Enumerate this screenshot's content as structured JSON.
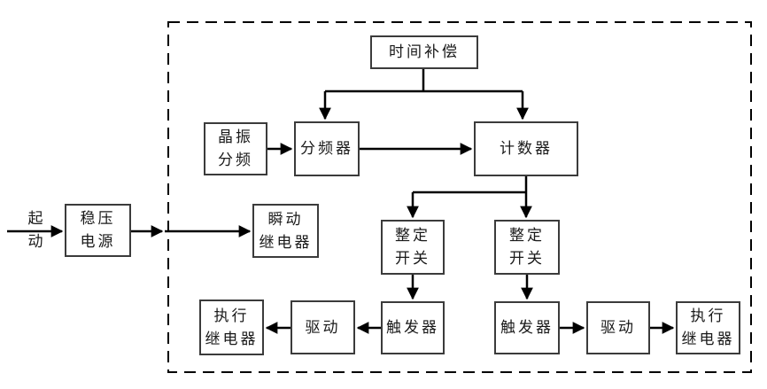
{
  "diagram": {
    "type": "block-diagram",
    "description_visible_text_only": true,
    "colors": {
      "background": "#ffffff",
      "box_border": "#3b3b3b",
      "wire": "#000000",
      "text": "#1a1a1a"
    }
  },
  "nodes": {
    "start_label": "起\n动",
    "power_supply": "稳压\n电源",
    "instant_relay": "瞬动\n继电器",
    "time_compensation": "时间补偿",
    "crystal_divider": "晶振\n分频",
    "frequency_divider": "分频器",
    "counter": "计数器",
    "setting_switch_left": "整定\n开关",
    "setting_switch_right": "整定\n开关",
    "trigger_left": "触发器",
    "trigger_right": "触发器",
    "drive_left": "驱动",
    "drive_right": "驱动",
    "exec_relay_left": "执行\n继电器",
    "exec_relay_right": "执行\n继电器"
  },
  "edges": [
    {
      "from": "start",
      "to": "power_supply",
      "arrow": "right"
    },
    {
      "from": "power_supply",
      "to": "instant_relay",
      "arrow": "right",
      "arrowheads": 2
    },
    {
      "from": "time_compensation",
      "to": "frequency_divider",
      "arrow": "down"
    },
    {
      "from": "time_compensation",
      "to": "counter",
      "arrow": "down"
    },
    {
      "from": "crystal_divider",
      "to": "frequency_divider",
      "arrow": "right"
    },
    {
      "from": "frequency_divider",
      "to": "counter",
      "arrow": "right"
    },
    {
      "from": "counter",
      "to": "setting_switch_left",
      "arrow": "down"
    },
    {
      "from": "counter",
      "to": "setting_switch_right",
      "arrow": "down"
    },
    {
      "from": "setting_switch_left",
      "to": "trigger_left",
      "arrow": "down"
    },
    {
      "from": "setting_switch_right",
      "to": "trigger_right",
      "arrow": "down"
    },
    {
      "from": "trigger_left",
      "to": "drive_left",
      "arrow": "left"
    },
    {
      "from": "drive_left",
      "to": "exec_relay_left",
      "arrow": "left"
    },
    {
      "from": "trigger_right",
      "to": "drive_right",
      "arrow": "right"
    },
    {
      "from": "drive_right",
      "to": "exec_relay_right",
      "arrow": "right"
    }
  ],
  "enclosure": {
    "style": "dashed-rectangle",
    "contains": "all blocks except start label and power supply"
  }
}
